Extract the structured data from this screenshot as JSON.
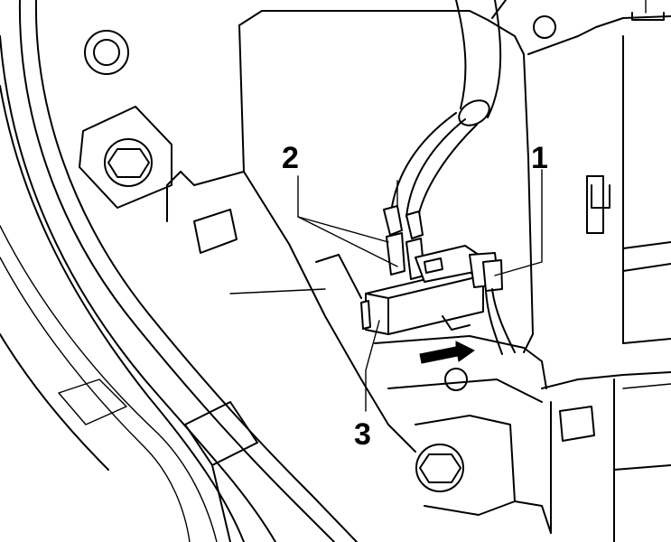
{
  "figure": {
    "callouts": [
      {
        "id": "1",
        "label": "1"
      },
      {
        "id": "2",
        "label": "2"
      },
      {
        "id": "3",
        "label": "3"
      }
    ],
    "colors": {
      "ink": "#000000",
      "paper": "#ffffff"
    }
  }
}
